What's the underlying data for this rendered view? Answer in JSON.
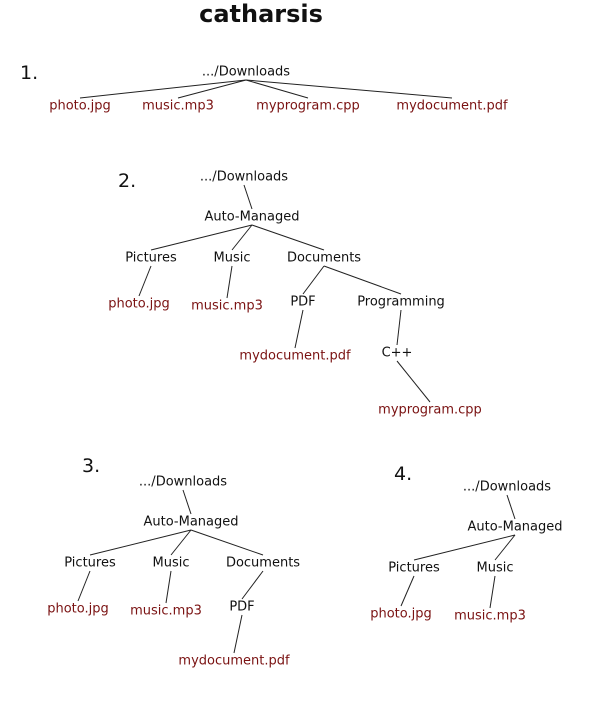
{
  "title": "catharsis",
  "colors": {
    "folder": "#111111",
    "file": "#7a1212",
    "edge": "#222222"
  },
  "diagrams": [
    {
      "label": "1.",
      "nodes": [
        {
          "id": "root",
          "text": ".../Downloads",
          "kind": "folder"
        },
        {
          "id": "f1",
          "text": "photo.jpg",
          "kind": "file"
        },
        {
          "id": "f2",
          "text": "music.mp3",
          "kind": "file"
        },
        {
          "id": "f3",
          "text": "myprogram.cpp",
          "kind": "file"
        },
        {
          "id": "f4",
          "text": "mydocument.pdf",
          "kind": "file"
        }
      ],
      "edges": [
        [
          "root",
          "f1"
        ],
        [
          "root",
          "f2"
        ],
        [
          "root",
          "f3"
        ],
        [
          "root",
          "f4"
        ]
      ]
    },
    {
      "label": "2.",
      "nodes": [
        {
          "id": "root",
          "text": ".../Downloads",
          "kind": "folder"
        },
        {
          "id": "am",
          "text": "Auto-Managed",
          "kind": "folder"
        },
        {
          "id": "pic",
          "text": "Pictures",
          "kind": "folder"
        },
        {
          "id": "mus",
          "text": "Music",
          "kind": "folder"
        },
        {
          "id": "doc",
          "text": "Documents",
          "kind": "folder"
        },
        {
          "id": "photo",
          "text": "photo.jpg",
          "kind": "file"
        },
        {
          "id": "mp3",
          "text": "music.mp3",
          "kind": "file"
        },
        {
          "id": "pdf",
          "text": "PDF",
          "kind": "folder"
        },
        {
          "id": "prog",
          "text": "Programming",
          "kind": "folder"
        },
        {
          "id": "mydoc",
          "text": "mydocument.pdf",
          "kind": "file"
        },
        {
          "id": "cpp",
          "text": "C++",
          "kind": "folder"
        },
        {
          "id": "myprog",
          "text": "myprogram.cpp",
          "kind": "file"
        }
      ],
      "edges": [
        [
          "root",
          "am"
        ],
        [
          "am",
          "pic"
        ],
        [
          "am",
          "mus"
        ],
        [
          "am",
          "doc"
        ],
        [
          "pic",
          "photo"
        ],
        [
          "mus",
          "mp3"
        ],
        [
          "doc",
          "pdf"
        ],
        [
          "doc",
          "prog"
        ],
        [
          "pdf",
          "mydoc"
        ],
        [
          "prog",
          "cpp"
        ],
        [
          "cpp",
          "myprog"
        ]
      ]
    },
    {
      "label": "3.",
      "nodes": [
        {
          "id": "root",
          "text": ".../Downloads",
          "kind": "folder"
        },
        {
          "id": "am",
          "text": "Auto-Managed",
          "kind": "folder"
        },
        {
          "id": "pic",
          "text": "Pictures",
          "kind": "folder"
        },
        {
          "id": "mus",
          "text": "Music",
          "kind": "folder"
        },
        {
          "id": "doc",
          "text": "Documents",
          "kind": "folder"
        },
        {
          "id": "photo",
          "text": "photo.jpg",
          "kind": "file"
        },
        {
          "id": "mp3",
          "text": "music.mp3",
          "kind": "file"
        },
        {
          "id": "pdf",
          "text": "PDF",
          "kind": "folder"
        },
        {
          "id": "mydoc",
          "text": "mydocument.pdf",
          "kind": "file"
        }
      ],
      "edges": [
        [
          "root",
          "am"
        ],
        [
          "am",
          "pic"
        ],
        [
          "am",
          "mus"
        ],
        [
          "am",
          "doc"
        ],
        [
          "pic",
          "photo"
        ],
        [
          "mus",
          "mp3"
        ],
        [
          "doc",
          "pdf"
        ],
        [
          "pdf",
          "mydoc"
        ]
      ]
    },
    {
      "label": "4.",
      "nodes": [
        {
          "id": "root",
          "text": ".../Downloads",
          "kind": "folder"
        },
        {
          "id": "am",
          "text": "Auto-Managed",
          "kind": "folder"
        },
        {
          "id": "pic",
          "text": "Pictures",
          "kind": "folder"
        },
        {
          "id": "mus",
          "text": "Music",
          "kind": "folder"
        },
        {
          "id": "photo",
          "text": "photo.jpg",
          "kind": "file"
        },
        {
          "id": "mp3",
          "text": "music.mp3",
          "kind": "file"
        }
      ],
      "edges": [
        [
          "root",
          "am"
        ],
        [
          "am",
          "pic"
        ],
        [
          "am",
          "mus"
        ],
        [
          "pic",
          "photo"
        ],
        [
          "mus",
          "mp3"
        ]
      ]
    }
  ]
}
